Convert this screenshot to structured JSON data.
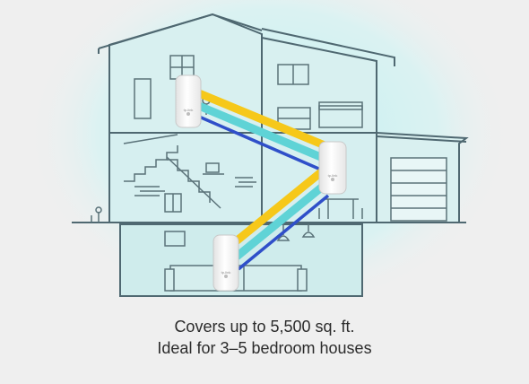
{
  "caption": {
    "line1": "Covers up to 5,500 sq. ft.",
    "line2": "Ideal for 3–5 bedroom houses"
  },
  "illustration": {
    "subject": "house-cross-section",
    "units": [
      {
        "name": "upper-floor-unit",
        "label": "tp-link"
      },
      {
        "name": "middle-floor-unit",
        "label": "tp-link"
      },
      {
        "name": "basement-unit",
        "label": "tp-link"
      }
    ]
  },
  "colors": {
    "background": "#efefef",
    "glow": "#cbeff0",
    "house_fill": "#d9f1f1",
    "house_line": "#4f6871",
    "signal_yellow": "#f6c81a",
    "signal_cyan": "#5fd3d6",
    "signal_blue": "#2f4fc9",
    "unit_body": "#f7f7f7"
  }
}
